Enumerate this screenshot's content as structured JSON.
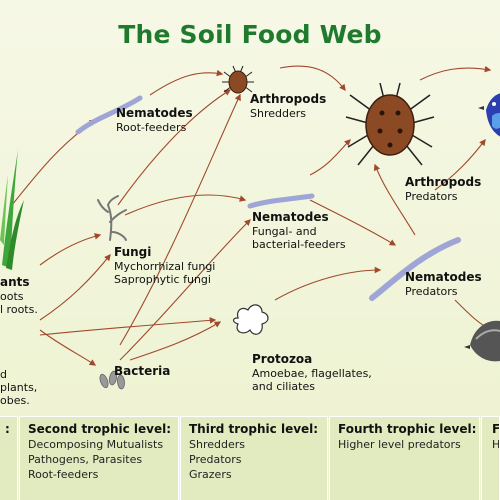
{
  "title": "The Soil Food Web",
  "nematodes_root": {
    "name": "Nematodes",
    "desc": "Root-feeders"
  },
  "arthropods_shredders": {
    "name": "Arthropods",
    "desc": "Shredders"
  },
  "arthropods_predators": {
    "name": "Arthropods",
    "desc": "Predators"
  },
  "fungi": {
    "name": "Fungi",
    "desc1": "Mychorrhizal fungi",
    "desc2": "Saprophytic fungi"
  },
  "nematodes_fungal": {
    "name": "Nematodes",
    "desc1": "Fungal- and",
    "desc2": "bacterial-feeders"
  },
  "nematodes_predators": {
    "name": "Nematodes",
    "desc": "Predators"
  },
  "protozoa": {
    "name": "Protozoa",
    "desc1": "Amoebae, flagellates,",
    "desc2": "and ciliates"
  },
  "bacteria": {
    "name": "Bacteria"
  },
  "plants": {
    "name": "ants",
    "desc1": "oots",
    "desc2": "l roots."
  },
  "organic": {
    "desc1": "d",
    "desc2": "plants,",
    "desc3": "obes."
  },
  "levels": [
    {
      "title": ":",
      "items": []
    },
    {
      "title": "Second trophic level:",
      "items": [
        "Decomposing Mutualists",
        "Pathogens, Parasites",
        "Root-feeders"
      ]
    },
    {
      "title": "Third trophic level:",
      "items": [
        "Shredders",
        "Predators",
        "Grazers"
      ]
    },
    {
      "title": "Fourth trophic level:",
      "items": [
        "Higher level predators"
      ]
    },
    {
      "title": "F",
      "items": [
        "H"
      ]
    }
  ],
  "colors": {
    "title": "#1f7a2e",
    "arrow": "#a0492c",
    "panel": "#e2ebc0",
    "nematode": "#9fa6d6",
    "mite": "#8b4a24",
    "bird": "#2d3fb0"
  }
}
